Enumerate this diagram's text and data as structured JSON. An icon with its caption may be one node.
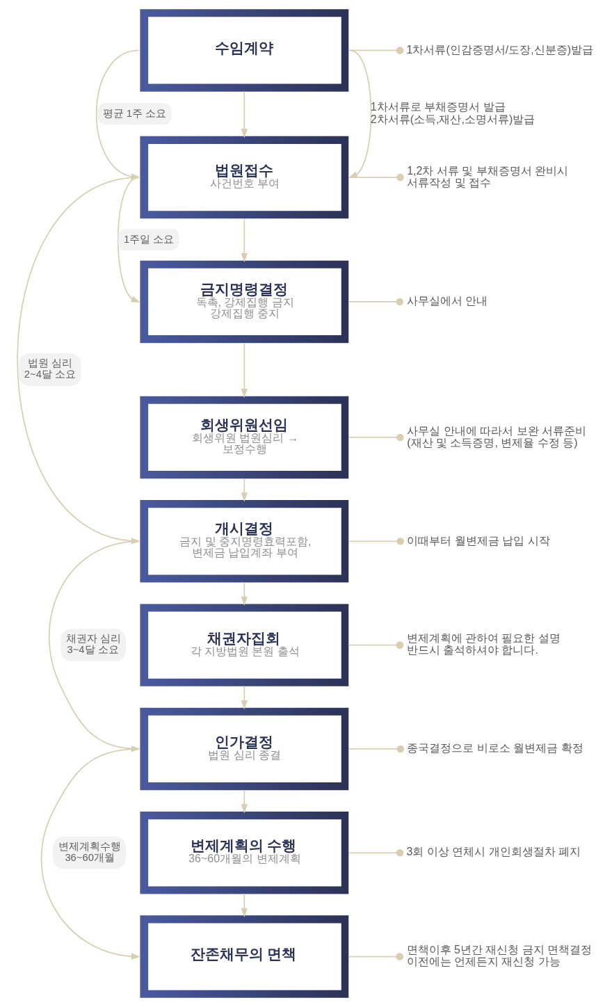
{
  "diagram": {
    "nodes": [
      {
        "text": [
          "수임계약"
        ]
      },
      {
        "text": [
          "법원접수",
          "사건번호 부여"
        ]
      },
      {
        "text": [
          "금지명령결정",
          "독촉, 강제집행 금지 강제집행 중지"
        ]
      },
      {
        "text": [
          "회생위원선임",
          "회생위원 법원심리 → 보정수행"
        ]
      },
      {
        "text": [
          "개시결정",
          "금지 및 중지명령효력포함, 변제금 납입계좌 부여"
        ]
      },
      {
        "text": [
          "채권자집회",
          "각 지방법원 본원 출석"
        ]
      },
      {
        "text": [
          "인가결정",
          "법원 심리 종결"
        ]
      },
      {
        "text": [
          "변제계획의 수행",
          "36~60개월의 변제계획"
        ]
      },
      {
        "text": [
          "잔존채무의 면책"
        ]
      },
      {
        "text": [
          "1차서류(인감증명서/도장,신분증)발급"
        ]
      },
      {
        "text": [
          "1,2차 서류 및 부채증명서 완비시 서류작성 및 접수"
        ]
      },
      {
        "text": [
          "사무실에서 안내"
        ]
      },
      {
        "text": [
          "사무실 안내에 따라서 보완 서류준비 (재산 및 소득증명, 변제율 수정 등)"
        ]
      },
      {
        "text": [
          "이때부터 월변제금 납입 시작"
        ]
      },
      {
        "text": [
          "변제계획에 관하여 필요한 설명 반드시 출석하셔야 합니다."
        ]
      },
      {
        "text": [
          "종국결정으로 비로소 월변제금 확정"
        ]
      },
      {
        "text": [
          "3회 이상 연체시 개인회생절차 폐지"
        ]
      },
      {
        "text": [
          "면책이후 5년간 재신청 금지 면책결정 이전에는 언제든지 재신청 가능"
        ]
      }
    ],
    "edges": [
      {
        "from": 0,
        "to": 1,
        "arrow": "to"
      },
      {
        "from": 0,
        "to": 1,
        "arrow": "to",
        "label": "평균 1주 소요"
      },
      {
        "from": 0,
        "to": 1,
        "arrow": "to",
        "label": "1차서류로 부채증명서 발급 2차서류(소득,재산,소명서류)발급"
      },
      {
        "from": 1,
        "to": 2,
        "arrow": "to"
      },
      {
        "from": 1,
        "to": 2,
        "arrow": "to",
        "label": "1주일 소요"
      },
      {
        "from": 1,
        "to": 4,
        "arrow": "to",
        "label": "법원 심리 2~4달 소요"
      },
      {
        "from": 2,
        "to": 3,
        "arrow": "to"
      },
      {
        "from": 3,
        "to": 4,
        "arrow": "to"
      },
      {
        "from": 4,
        "to": 5,
        "arrow": "to"
      },
      {
        "from": 4,
        "to": 6,
        "arrow": "to",
        "label": "채권자 심리 3~4달 소요"
      },
      {
        "from": 5,
        "to": 6,
        "arrow": "to"
      },
      {
        "from": 6,
        "to": 7,
        "arrow": "to"
      },
      {
        "from": 6,
        "to": 8,
        "arrow": "to",
        "label": "변제계획수행 36~60개월"
      },
      {
        "from": 7,
        "to": 8,
        "arrow": "to"
      },
      {
        "from": 0,
        "to": 9,
        "arrow": "other"
      },
      {
        "from": 1,
        "to": 10,
        "arrow": "other"
      },
      {
        "from": 2,
        "to": 11,
        "arrow": "other"
      },
      {
        "from": 3,
        "to": 12,
        "arrow": "other"
      },
      {
        "from": 4,
        "to": 13,
        "arrow": "other"
      },
      {
        "from": 5,
        "to": 14,
        "arrow": "other"
      },
      {
        "from": 6,
        "to": 15,
        "arrow": "other"
      },
      {
        "from": 7,
        "to": 16,
        "arrow": "other"
      },
      {
        "from": 8,
        "to": 17,
        "arrow": "other"
      }
    ]
  }
}
